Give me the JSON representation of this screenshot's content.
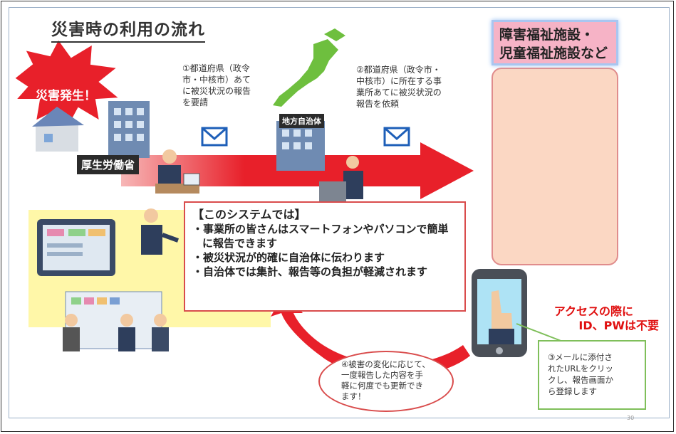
{
  "title": "災害時の利用の流れ",
  "disaster_burst": "災害発生！",
  "mhlw_label": "厚生労働省",
  "municipality_label": "地方自治体",
  "facility_box": {
    "line1": "障害福祉施設・",
    "line2": "児童福祉施設など"
  },
  "step1": {
    "l1": "①都道府県（政令",
    "l2": "市・中核市）あて",
    "l3": "に被災状況の報告",
    "l4": "を要請"
  },
  "step2": {
    "l1": "②都道府県（政令市・",
    "l2": "中核市）に所在する事",
    "l3": "業所あてに被災状況の",
    "l4": "報告を依頼"
  },
  "system": {
    "heading": "【このシステムでは】",
    "items": [
      "・事業所の皆さんはスマートフォンやパソコンで簡単に報告できます",
      "・被災状況が的確に自治体に伝わります",
      "・自治体では集計、報告等の負担が軽減されます"
    ]
  },
  "access_note": {
    "l1": "アクセスの際に",
    "l2": "ID、PWは不要"
  },
  "step3": {
    "l1": "③メールに添付さ",
    "l2": "れたURLをクリッ",
    "l3": "クし、報告画面か",
    "l4": "ら登録します"
  },
  "step4": {
    "l1": "④被害の変化に応じて、",
    "l2": "一度報告した内容を手",
    "l3": "軽に何度でも更新でき",
    "l4": "ます！"
  },
  "page_number": "30",
  "colors": {
    "arrow": "#e8202a",
    "facility_pink": "#f6b3c6",
    "panel": "#fbd7c3",
    "system_bg": "#fff7a8",
    "alert_red": "#e01010",
    "green": "#7fbf5a"
  },
  "icons": [
    "mail-icon",
    "japan-map-icon",
    "building-icon",
    "smartphone-icon",
    "tablet-icon"
  ]
}
